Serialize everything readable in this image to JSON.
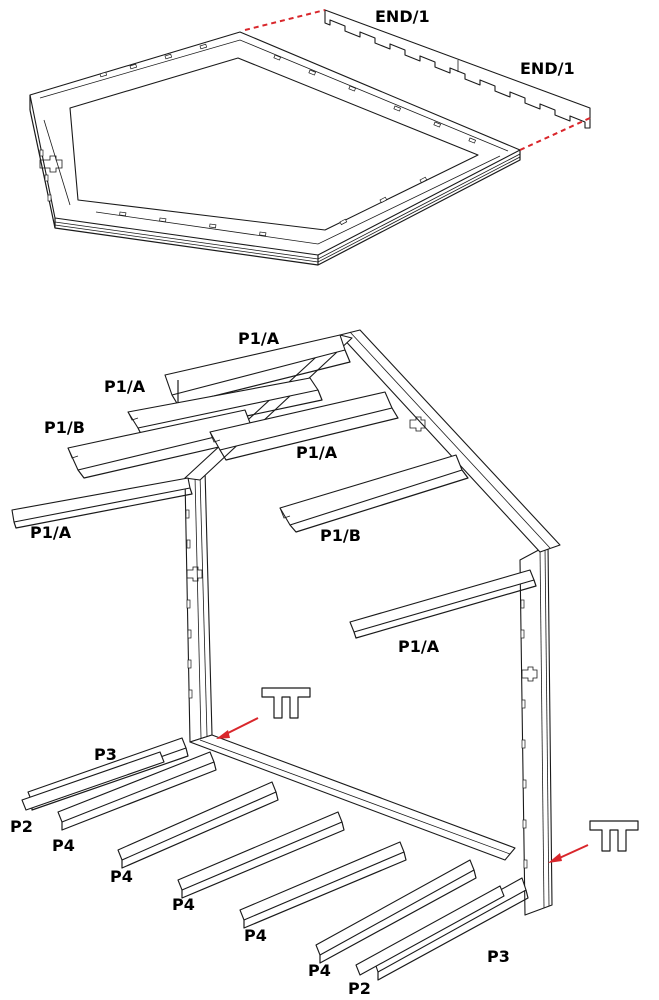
{
  "labels": {
    "end_1a": "END/1",
    "end_1b": "END/1",
    "p1a_top": "P1/A",
    "p1a_upper_left": "P1/A",
    "p1b_left": "P1/B",
    "p1a_center": "P1/A",
    "p1a_far_left": "P1/A",
    "p1b_center": "P1/B",
    "p1a_right": "P1/A",
    "p3_left": "P3",
    "p2_left": "P2",
    "p4_1": "P4",
    "p4_2": "P4",
    "p4_3": "P4",
    "p4_4": "P4",
    "p4_5": "P4",
    "p3_right": "P3",
    "p2_right": "P2"
  },
  "colors": {
    "line": "#1a1a1a",
    "accent": "#d9262b",
    "background": "#ffffff"
  }
}
